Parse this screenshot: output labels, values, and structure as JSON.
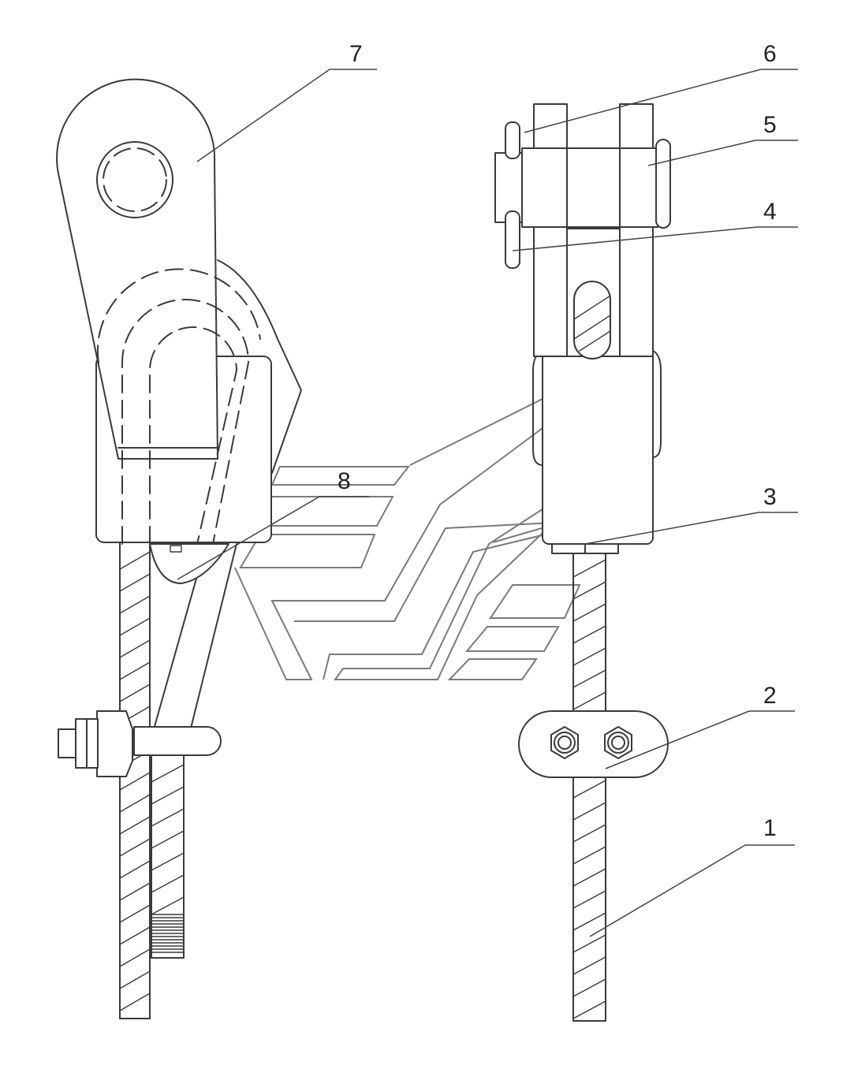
{
  "callouts": [
    {
      "id": "1",
      "label": "1"
    },
    {
      "id": "2",
      "label": "2"
    },
    {
      "id": "3",
      "label": "3"
    },
    {
      "id": "4",
      "label": "4"
    },
    {
      "id": "5",
      "label": "5"
    },
    {
      "id": "6",
      "label": "6"
    },
    {
      "id": "7",
      "label": "7"
    },
    {
      "id": "8",
      "label": "8"
    }
  ],
  "colors": {
    "line": "#3a3a3a",
    "watermark": "#7a7a7a",
    "background": "#ffffff"
  }
}
